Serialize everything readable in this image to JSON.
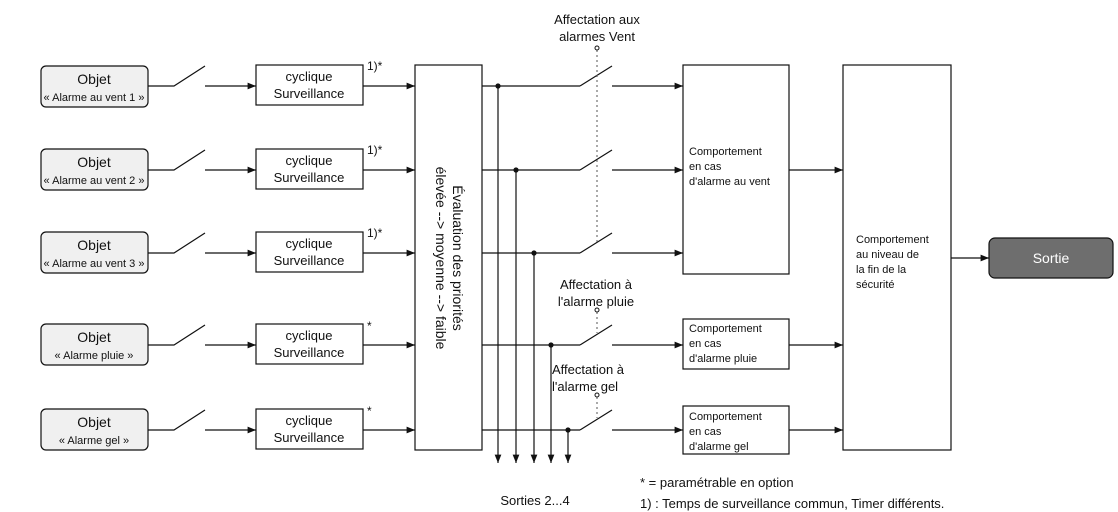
{
  "inputs": [
    {
      "title": "Objet",
      "subtitle": "« Alarme au vent 1 »",
      "monitor_line1": "cyclique",
      "monitor_line2": "Surveillance",
      "mark": "1)*"
    },
    {
      "title": "Objet",
      "subtitle": "« Alarme au vent 2 »",
      "monitor_line1": "cyclique",
      "monitor_line2": "Surveillance",
      "mark": "1)*"
    },
    {
      "title": "Objet",
      "subtitle": "« Alarme au vent 3 »",
      "monitor_line1": "cyclique",
      "monitor_line2": "Surveillance",
      "mark": "1)*"
    },
    {
      "title": "Objet",
      "subtitle": "« Alarme pluie »",
      "monitor_line1": "cyclique",
      "monitor_line2": "Surveillance",
      "mark": "*"
    },
    {
      "title": "Objet",
      "subtitle": "« Alarme gel »",
      "monitor_line1": "cyclique",
      "monitor_line2": "Surveillance",
      "mark": "*"
    }
  ],
  "priority": {
    "line1": "Évaluation des priorités",
    "line2": "élevée --> moyenne --> faible"
  },
  "assignments": {
    "wind": [
      "Affectation aux",
      "alarmes Vent"
    ],
    "rain": [
      "Affectation à",
      "l'alarme pluie"
    ],
    "frost": [
      "Affectation à",
      "l'alarme gel"
    ]
  },
  "behaviors": {
    "wind": [
      "Comportement",
      "en cas",
      "d'alarme au vent"
    ],
    "rain": [
      "Comportement",
      "en cas",
      "d'alarme pluie"
    ],
    "frost": [
      "Comportement",
      "en cas",
      "d'alarme gel"
    ],
    "security_end": [
      "Comportement",
      "au niveau de",
      "la fin de la",
      "sécurité"
    ]
  },
  "output": {
    "label": "Sortie",
    "fill_color": "#6e6e6e"
  },
  "outputs_note": "Sorties 2...4",
  "footnotes": [
    "* = paramétrable en option",
    "1) : Temps de surveillance commun, Timer différents."
  ]
}
